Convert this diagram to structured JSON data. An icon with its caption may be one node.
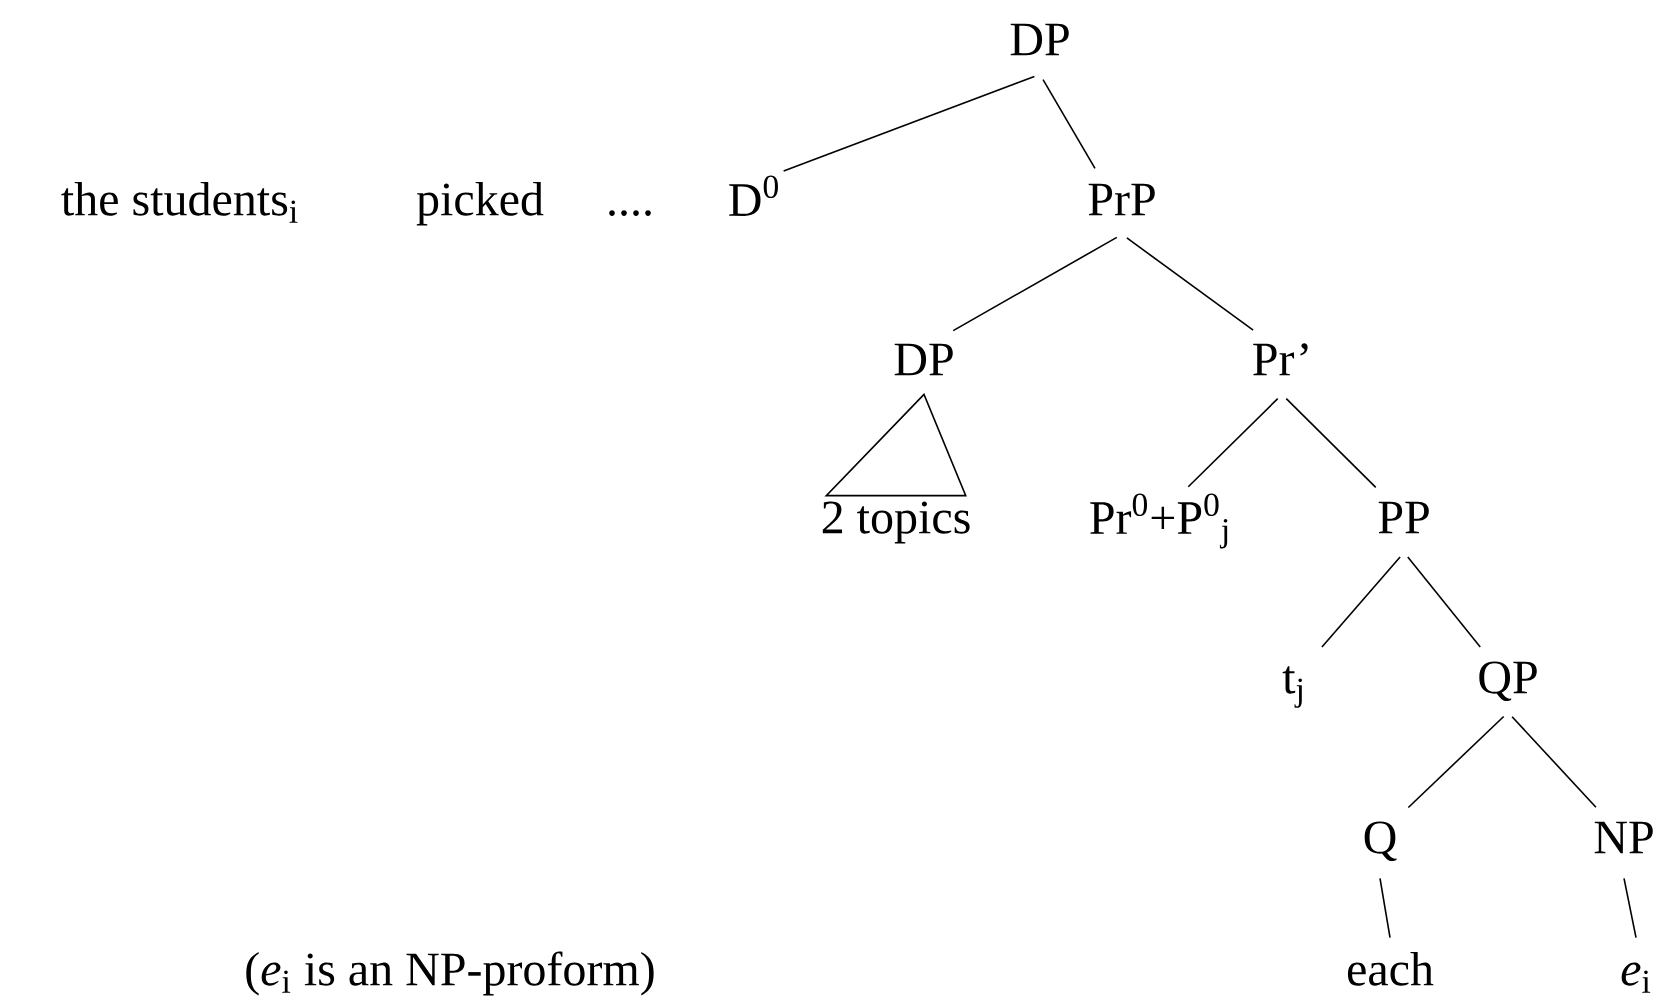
{
  "diagram": {
    "nodes": [
      {
        "text": [
          "DP"
        ]
      },
      {
        "text": [
          "D$^{0}$"
        ]
      },
      {
        "text": [
          "PrP"
        ]
      },
      {
        "text": [
          "DP"
        ]
      },
      {
        "text": [
          "Pr’"
        ]
      },
      {
        "text": [
          "2 topics"
        ]
      },
      {
        "text": [
          "Pr$^{0}$+P$^{0}$$_{j}$"
        ]
      },
      {
        "text": [
          "PP"
        ]
      },
      {
        "text": [
          "t$_{j}$"
        ]
      },
      {
        "text": [
          "QP"
        ]
      },
      {
        "text": [
          "Q"
        ]
      },
      {
        "text": [
          "NP"
        ]
      },
      {
        "text": [
          "each"
        ]
      },
      {
        "text": [
          "*e*$_{i}$"
        ]
      }
    ],
    "edges": [
      {
        "from": 0,
        "to": 1,
        "arrow": "none"
      },
      {
        "from": 0,
        "to": 2,
        "arrow": "none"
      },
      {
        "from": 2,
        "to": 3,
        "arrow": "none"
      },
      {
        "from": 2,
        "to": 4,
        "arrow": "none"
      },
      {
        "from": 3,
        "to": 5,
        "arrow": "none"
      },
      {
        "from": 4,
        "to": 6,
        "arrow": "none"
      },
      {
        "from": 4,
        "to": 7,
        "arrow": "none"
      },
      {
        "from": 7,
        "to": 8,
        "arrow": "none"
      },
      {
        "from": 7,
        "to": 9,
        "arrow": "none"
      },
      {
        "from": 9,
        "to": 10,
        "arrow": "none"
      },
      {
        "from": 9,
        "to": 11,
        "arrow": "none"
      },
      {
        "from": 10,
        "to": 12,
        "arrow": "none"
      },
      {
        "from": 11,
        "to": 13,
        "arrow": "none"
      }
    ],
    "labels": [
      "the students$_{i}$",
      "picked",
      "....",
      "(*e*$_{i}$ is an NP-proform)"
    ]
  }
}
